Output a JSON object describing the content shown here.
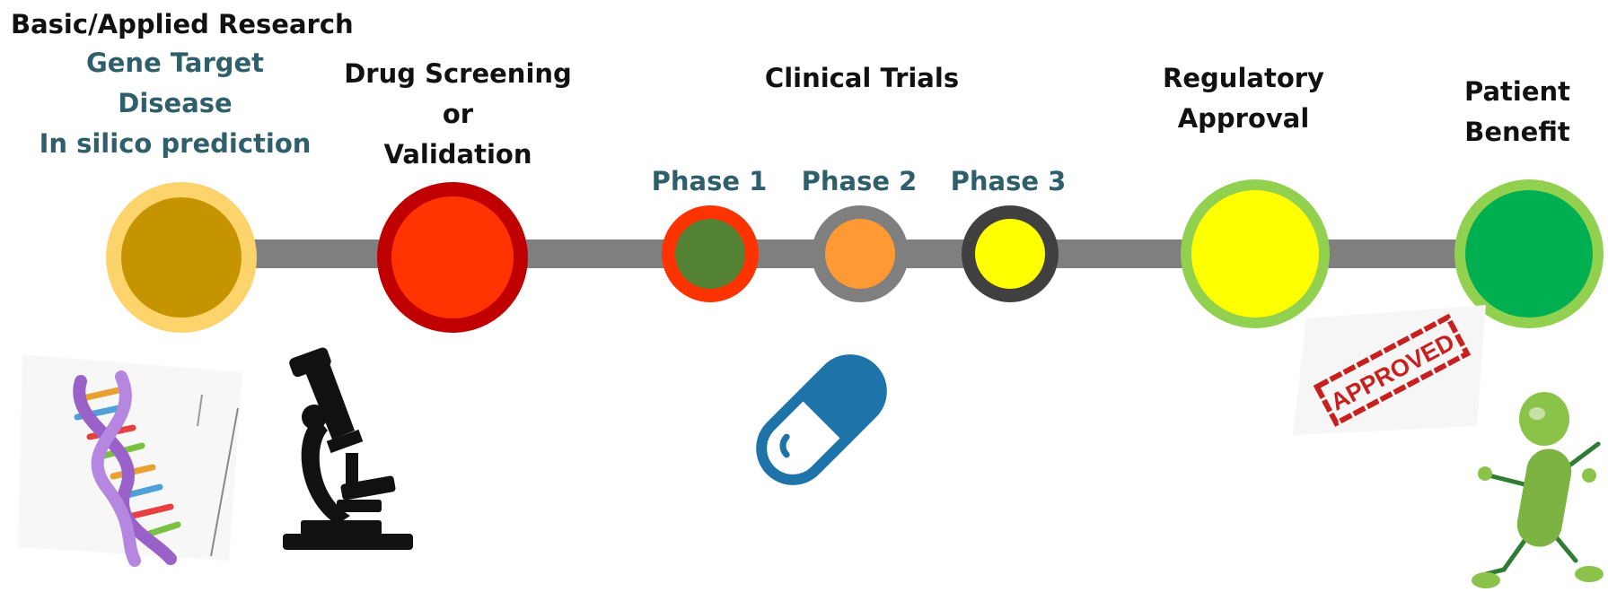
{
  "title": "Basic/Applied Research",
  "research": {
    "line1": "Gene Target",
    "line2": "Disease",
    "line3": "In silico prediction"
  },
  "screening": {
    "line1": "Drug Screening",
    "line2": "or",
    "line3": "Validation"
  },
  "clinical": {
    "title": "Clinical Trials",
    "phase1": "Phase 1",
    "phase2": "Phase 2",
    "phase3": "Phase 3"
  },
  "regulatory": {
    "line1": "Regulatory",
    "line2": "Approval"
  },
  "patient": {
    "line1": "Patient",
    "line2": "Benefit"
  },
  "stamp": {
    "text": "APPROVED"
  },
  "icons": [
    "dna-icon",
    "microscope-icon",
    "pill-capsule-icon",
    "approved-stamp-icon",
    "running-person-icon"
  ],
  "colors": {
    "track": "#7f7f7f",
    "research_ring": "#fdd36b",
    "research_core": "#c59400",
    "screening_ring": "#c00000",
    "screening_core": "#ff3300",
    "phase1_ring": "#ff3300",
    "phase1_core": "#548235",
    "phase2_ring": "#7f7f7f",
    "phase2_core": "#ff9933",
    "phase3_ring": "#404040",
    "phase3_core": "#ffff00",
    "regulatory_ring": "#92d050",
    "regulatory_core": "#ffff00",
    "patient_ring": "#92d050",
    "patient_core": "#00b050",
    "label_teal": "#2e5f6b"
  }
}
